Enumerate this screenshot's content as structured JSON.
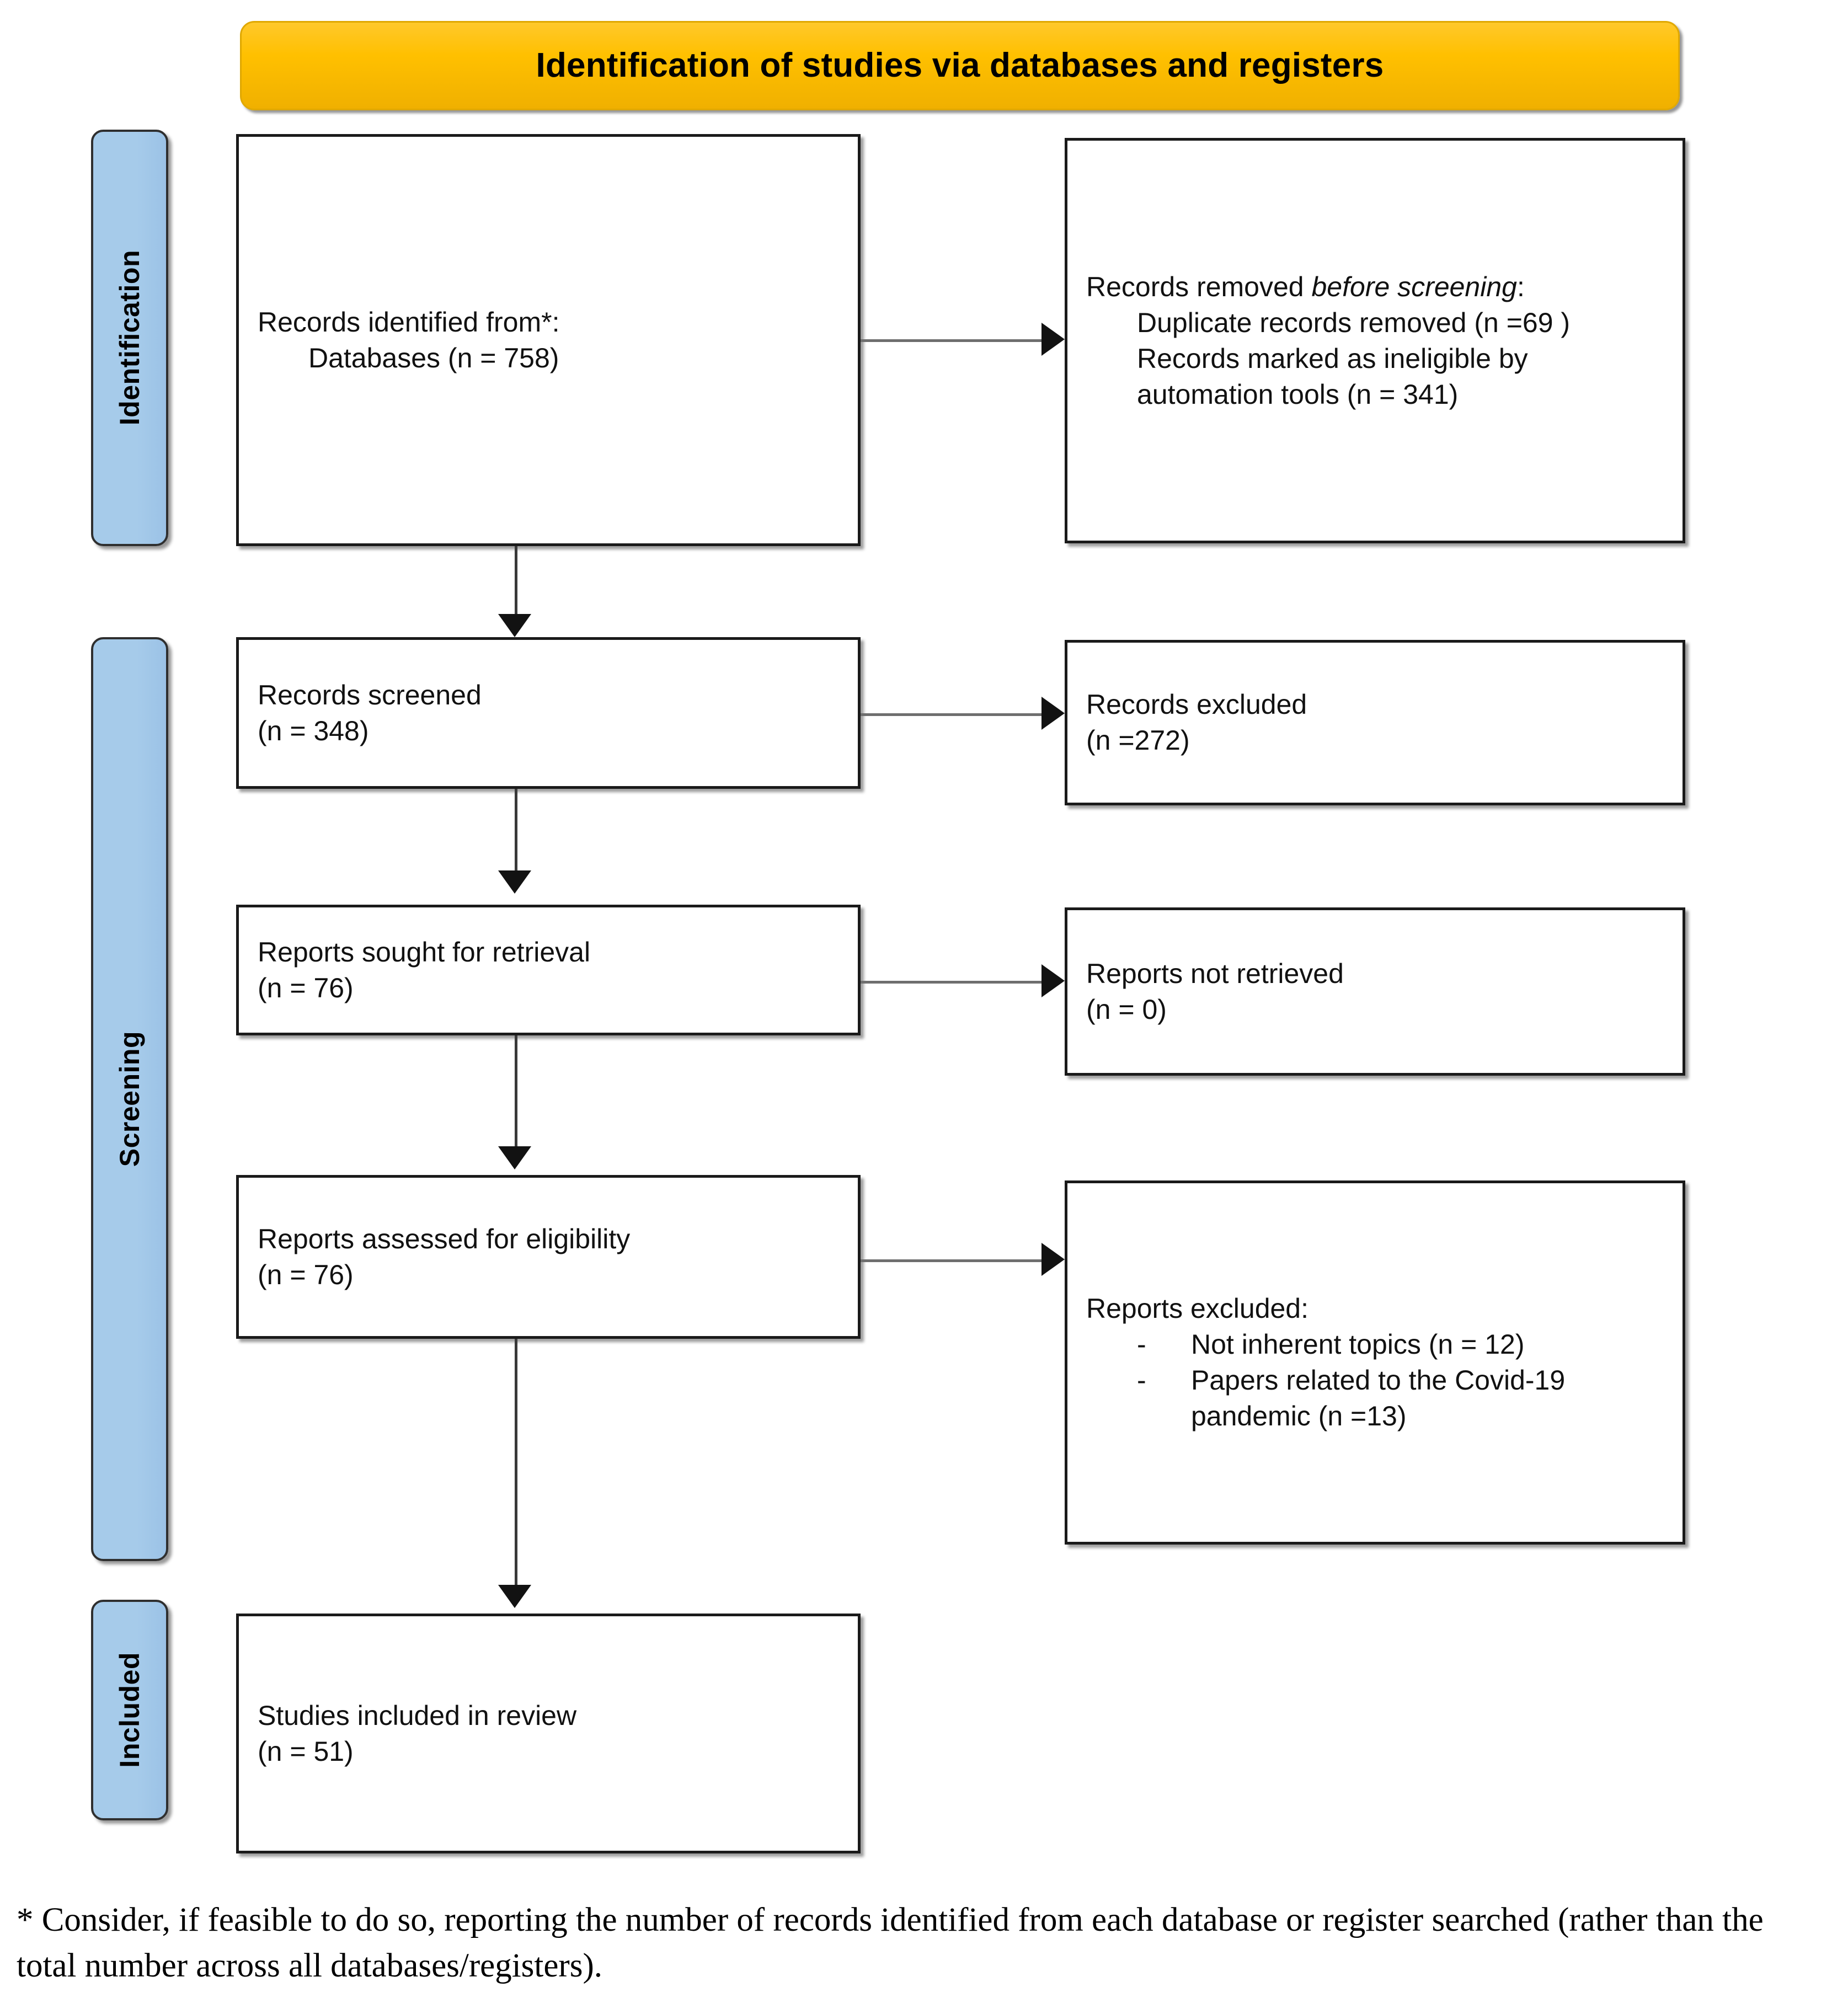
{
  "banner": {
    "title": "Identification of studies via databases and registers",
    "background_color": "#FFC000"
  },
  "stages": {
    "identification": "Identification",
    "screening": "Screening",
    "included": "Included",
    "pill_color": "#9DC3E6"
  },
  "boxes": {
    "identified": {
      "line1": "Records identified from*:",
      "line2": "Databases (n = 758)"
    },
    "removed_before_screening": {
      "line1_prefix": "Records removed ",
      "line1_italic": "before screening",
      "line1_suffix": ":",
      "item1": "Duplicate records removed (n =69 )",
      "item2": "Records marked as ineligible by automation tools (n = 341)"
    },
    "records_screened": {
      "line1": "Records screened",
      "line2": "(n = 348)"
    },
    "records_excluded": {
      "line1": "Records excluded",
      "line2": "(n =272)"
    },
    "reports_sought": {
      "line1": "Reports sought for retrieval",
      "line2": "(n = 76)"
    },
    "reports_not_retrieved": {
      "line1": "Reports not retrieved",
      "line2": "(n = 0)"
    },
    "reports_assessed": {
      "line1": "Reports assessed for eligibility",
      "line2": "(n = 76)"
    },
    "reports_excluded": {
      "heading": "Reports excluded:",
      "dash": "-",
      "item1": "Not inherent topics (n = 12)",
      "item2": "Papers related to the Covid-19 pandemic (n =13)"
    },
    "studies_included": {
      "line1": "Studies included in review",
      "line2": "(n = 51)"
    }
  },
  "footnote": {
    "text": "* Consider, if feasible to do so, reporting the number of records identified from each database or register searched (rather than the total number across all databases/registers)."
  }
}
